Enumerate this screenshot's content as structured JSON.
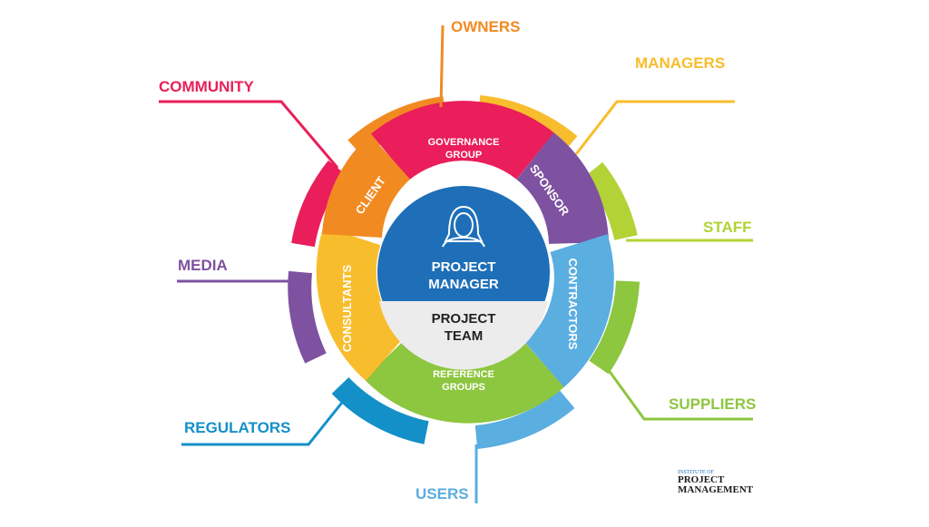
{
  "center": {
    "top": "PROJECT",
    "top2": "MANAGER",
    "bottom": "PROJECT",
    "bottom2": "TEAM"
  },
  "inner": [
    "GOVERNANCE",
    "GROUP",
    "SPONSOR",
    "CONTRACTORS",
    "REFERENCE",
    "GROUPS",
    "CONSULTANTS",
    "CLIENT"
  ],
  "outer": [
    {
      "label": "OWNERS",
      "color": "#f28a22"
    },
    {
      "label": "MANAGERS",
      "color": "#f8bd2c"
    },
    {
      "label": "STAFF",
      "color": "#b2d235"
    },
    {
      "label": "SUPPLIERS",
      "color": "#8dc63f"
    },
    {
      "label": "USERS",
      "color": "#5aaee0"
    },
    {
      "label": "REGULATORS",
      "color": "#1390c8"
    },
    {
      "label": "MEDIA",
      "color": "#7e52a0"
    },
    {
      "label": "COMMUNITY",
      "color": "#e91e5a"
    }
  ],
  "logo": {
    "l1": "INSTITUTE OF",
    "l2": "PROJECT",
    "l3": "MANAGEMENT"
  }
}
